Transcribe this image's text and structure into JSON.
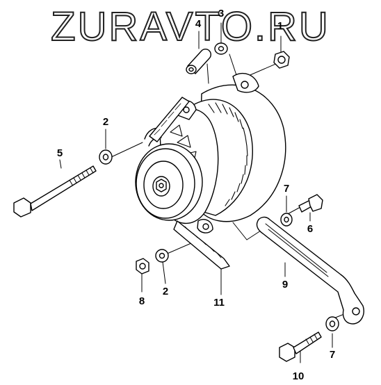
{
  "watermark": "ZURAVTO.RU",
  "corner_mark": "",
  "callouts": {
    "c1": "1",
    "c2a": "2",
    "c2b": "2",
    "c3": "3",
    "c4": "4",
    "c5": "5",
    "c6": "6",
    "c7a": "7",
    "c7b": "7",
    "c8": "8",
    "c9": "9",
    "c10": "10",
    "c11": "11"
  }
}
